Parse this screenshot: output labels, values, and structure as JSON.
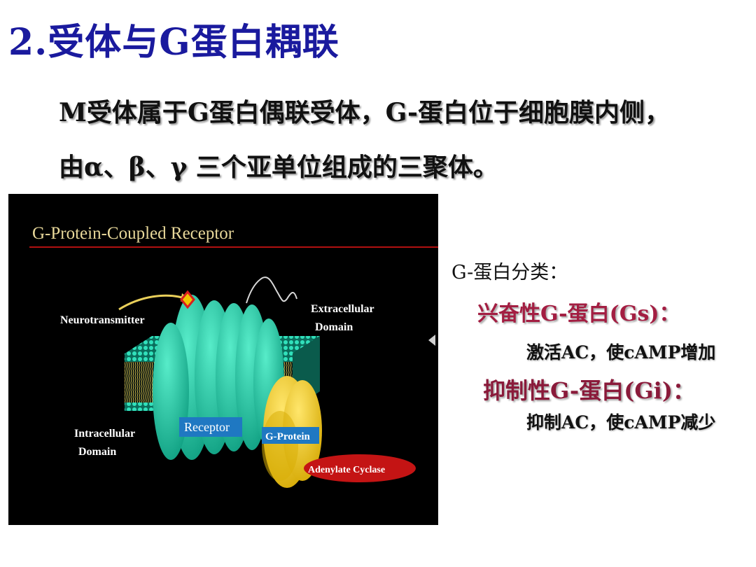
{
  "slide": {
    "title": "2.受体与G蛋白耦联",
    "intro_line1": "M受体属于G蛋白偶联受体，G-蛋白位于细胞膜内侧，",
    "intro_line2": "由α、β、γ 三个亚单位组成的三聚体。"
  },
  "figure": {
    "title": "G-Protein-Coupled Receptor",
    "neurotransmitter": "Neurotransmitter",
    "extracellular_1": "Extracellular",
    "extracellular_2": "Domain",
    "intracellular_1": "Intracellular",
    "intracellular_2": "Domain",
    "receptor": "Receptor",
    "gprotein": "G-Protein",
    "adenylate": "Adenylate Cyclase"
  },
  "classification": {
    "heading": "G-蛋白分类：",
    "gs_heading": "兴奋性G-蛋白(Gs)：",
    "gs_desc": "激活AC，使cAMP增加",
    "gi_heading": "抑制性G-蛋白(Gi)：",
    "gi_desc": "抑制AC，使cAMP减少"
  },
  "colors": {
    "title": "#1a1a9e",
    "gs": "#a31e42",
    "gi": "#8a1a3a",
    "figure_title": "#e8d89a",
    "membrane": "#29d6b0",
    "receptor": "#14c7a5",
    "gprotein": "#f2cc1a",
    "adenylate": "#c41414"
  }
}
